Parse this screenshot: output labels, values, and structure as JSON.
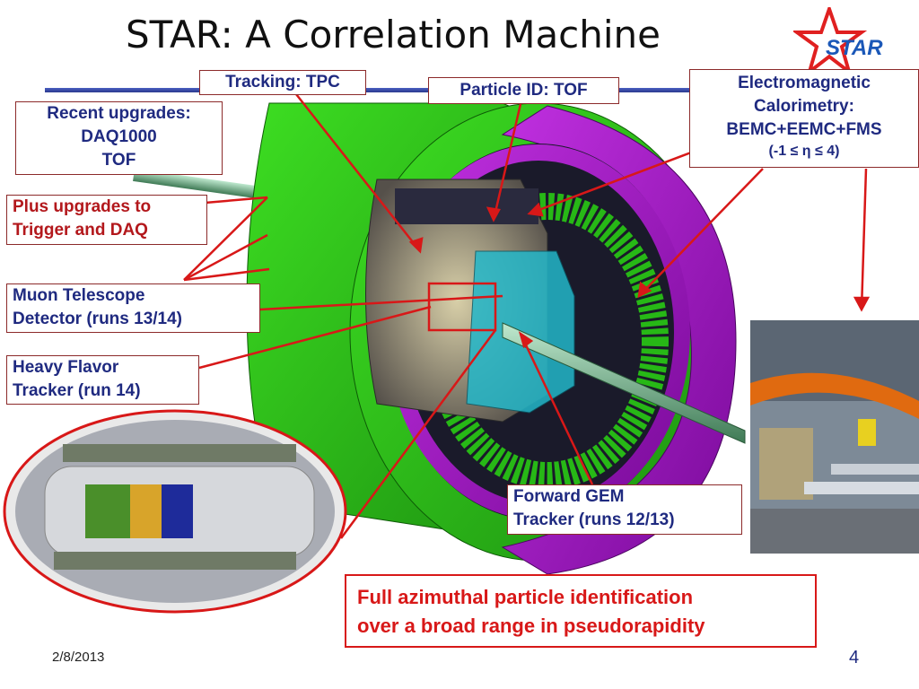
{
  "slide": {
    "title": "STAR: A Correlation Machine",
    "logo_text": "STAR",
    "date": "2/8/2013",
    "page_number": "4"
  },
  "labels": {
    "tracking_tpc": "Tracking: TPC",
    "particle_id_tof": "Particle ID: TOF",
    "emc": {
      "line1": "Electromagnetic",
      "line2": "Calorimetry:",
      "line3": "BEMC+EEMC+FMS",
      "line4": "(-1 ≤ η ≤ 4)"
    },
    "recent_upgrades": {
      "line1": "Recent upgrades:",
      "line2": "DAQ1000",
      "line3": "TOF"
    },
    "trigger_daq": {
      "line1": "Plus upgrades to",
      "line2": "Trigger and DAQ"
    },
    "muon": {
      "line1": "Muon Telescope",
      "line2": "Detector (runs 13/14)"
    },
    "hft": {
      "line1": "Heavy Flavor",
      "line2": "Tracker (run 14)"
    },
    "fgt": {
      "line1": "Forward GEM",
      "line2": "Tracker (runs 12/13)"
    }
  },
  "summary": {
    "line1": "Full azimuthal particle identification",
    "line2": "over a broad range in pseudorapidity"
  },
  "colors": {
    "annotation_red": "#d81818",
    "label_blue": "#1f2a80",
    "detector_green": "#2fc21a",
    "detector_magenta": "#a010c8",
    "title_rule_blue": "#3a4db0"
  }
}
